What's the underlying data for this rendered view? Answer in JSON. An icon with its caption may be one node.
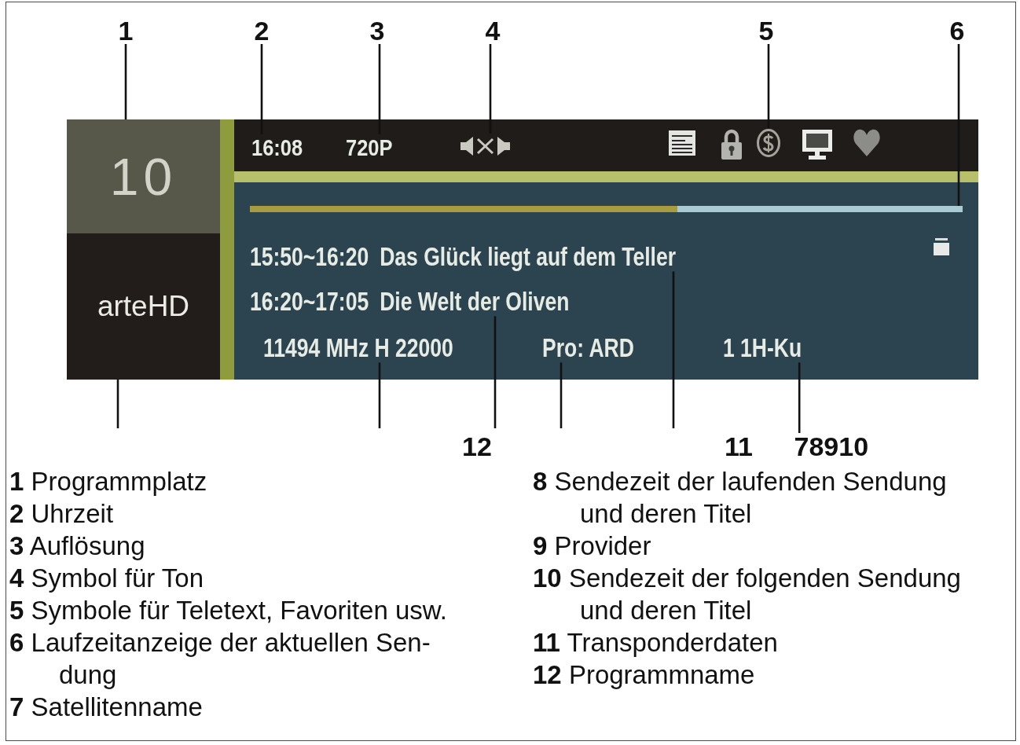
{
  "diagram": {
    "nodes": [
      {
        "text": [
          "1"
        ]
      },
      {
        "text": [
          "2"
        ]
      },
      {
        "text": [
          "3"
        ]
      },
      {
        "text": [
          "4"
        ]
      },
      {
        "text": [
          "5"
        ]
      },
      {
        "text": [
          "6"
        ]
      },
      {
        "text": [],
        "shape": "box"
      },
      {
        "text": [
          "10"
        ],
        "in": 6
      },
      {
        "text": [
          "arteHD"
        ],
        "in": 6
      },
      {
        "text": [
          "16:08"
        ],
        "in": 6
      },
      {
        "text": [
          "720P"
        ],
        "in": 6
      },
      {
        "text": [],
        "shape": "picture",
        "in": 6
      },
      {
        "text": [],
        "shape": "picture",
        "in": 6
      },
      {
        "text": [],
        "shape": "picture",
        "in": 6
      },
      {
        "text": [],
        "shape": "picture",
        "in": 6
      },
      {
        "text": [],
        "shape": "picture",
        "in": 6
      },
      {
        "text": [],
        "shape": "picture",
        "in": 6
      },
      {
        "text": [],
        "shape": "bar",
        "in": 6
      },
      {
        "text": [
          "15:50~16:20",
          "Das Glück liegt auf dem Teller"
        ],
        "in": 6
      },
      {
        "text": [
          "16:20~17:05",
          "Die Welt der Oliven"
        ],
        "in": 6
      },
      {
        "text": [
          "11494 MHz H 22000"
        ],
        "in": 6
      },
      {
        "text": [
          "Pro: ARD"
        ],
        "in": 6
      },
      {
        "text": [
          "1 1H-Ku"
        ],
        "in": 6
      },
      {
        "text": [
          "78910"
        ]
      }
    ],
    "edges": [
      {
        "from": 0,
        "to": 7,
        "arrow": "none"
      },
      {
        "from": 1,
        "to": 9,
        "arrow": "none"
      },
      {
        "from": 2,
        "to": 10,
        "arrow": "none"
      },
      {
        "from": 3,
        "to": 11,
        "arrow": "none"
      },
      {
        "from": 4,
        "to": 14,
        "arrow": "none"
      },
      {
        "from": 5,
        "to": 17,
        "arrow": "none"
      },
      {
        "from": null,
        "to": 8,
        "arrow": "none"
      },
      {
        "from": null,
        "to": 20,
        "arrow": "none"
      },
      {
        "from": null,
        "to": 19,
        "arrow": "none"
      },
      {
        "from": null,
        "to": 21,
        "arrow": "none"
      },
      {
        "from": null,
        "to": 18,
        "arrow": "none"
      },
      {
        "from": 23,
        "to": 22,
        "arrow": "none"
      }
    ],
    "labels": [
      "12",
      "11",
      "**1** Programmplatz",
      "**2** Uhrzeit",
      "**3** Auflösung",
      "**4** Symbol für Ton",
      "**5** Symbole für Teletext, Favoriten usw.",
      "**6** Laufzeitanzeige der aktuellen Sen- dung",
      "**7** Satellitenname",
      "**8** Sendezeit der laufenden Sendung und deren Titel",
      "**9** Provider",
      "**10** Sendezeit der folgenden Sendung und deren Titel",
      "**11** Transponderdaten",
      "**12** Programmname"
    ]
  }
}
